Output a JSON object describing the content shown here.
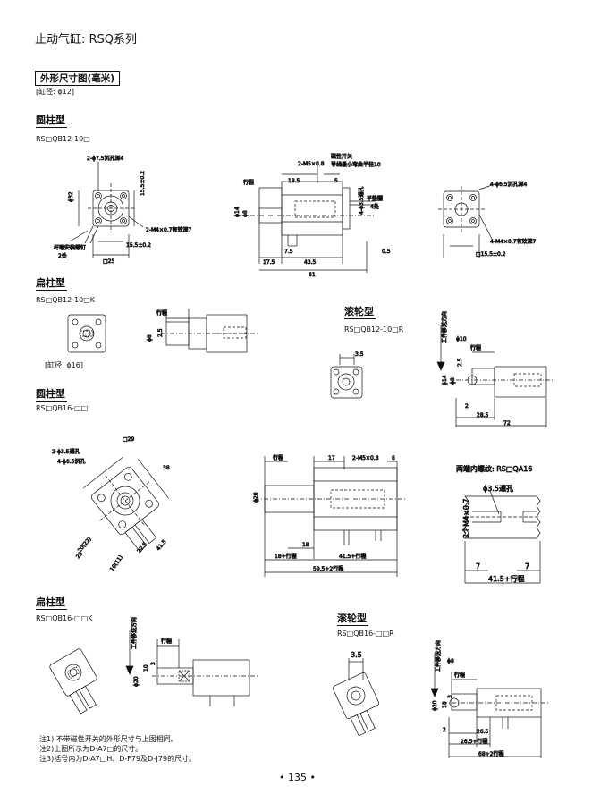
{
  "page": {
    "title": "止动气缸: RSQ系列",
    "header_box": "外形尺寸图(毫米)",
    "bore12": "[缸径: ϕ12]",
    "bore16": "[缸径: ϕ16]",
    "page_number": "• 135 •"
  },
  "sections": [
    {
      "label": "圆柱型",
      "code": "RS□QB12-10□"
    },
    {
      "label": "扁柱型",
      "code": "RS□QB12-10□K"
    },
    {
      "label": "滚轮型",
      "code": "RS□QB12-10□R"
    },
    {
      "label": "圆柱型",
      "code": "RS□QB16-□□"
    },
    {
      "label": "扁柱型",
      "code": "RS□QB16-□□K"
    },
    {
      "label": "滚轮型",
      "code": "RS□QB16-□□R"
    }
  ],
  "labels": {
    "d1_hole": "2-ϕ7.5沉孔深4",
    "d1_phi32": "ϕ32",
    "d1_155": "15.5±0.2",
    "d1_m4": "2-M4×0.7有效深7",
    "d1_bolt": "杆端安装螺钉",
    "d1_bolt2": "2处",
    "d1_155b": "15.5±0.2",
    "d1_25": "□25",
    "d2_m5": "2-M5×0.8",
    "d2_sw": "磁性开关",
    "d2_sw2": "导线最小弯曲半径10",
    "d2_stroke": "行程",
    "d2_185": "18.5",
    "d2_5": "5",
    "d2_phi14": "ϕ14",
    "d2_phi8": "ϕ8",
    "d2_4phi": "4-ϕ3.5通孔",
    "d2_washer": "平垫圈",
    "d2_washer2": "4处",
    "d2_75": "7.5",
    "d2_05": "0.5",
    "d2_175": "17.5",
    "d2_435": "43.5",
    "d2_61": "61",
    "d3_hole": "4-ϕ6.5沉孔深4",
    "d3_m4": "4-M4×0.7有效深7",
    "d3_155": "□15.5±0.2",
    "k_stroke": "行程",
    "k_phi8": "ϕ8",
    "k_25": "2.5",
    "r_stroke": "行程",
    "r_35": "3.5",
    "r_dir": "工件移送方向",
    "r_phi10": "ϕ10",
    "r_phi14": "ϕ14",
    "r_phi8": "ϕ8",
    "r_25": "2.5",
    "r_2": "2",
    "r_285": "28.5",
    "r_72": "72",
    "b_hole1": "2-ϕ3.5通孔",
    "b_hole2": "4-ϕ6.5沉孔",
    "b_29": "□29",
    "b_38": "38",
    "b_20": "20(22)",
    "b_225": "22.5",
    "b_415": "41.5",
    "b_28": "28",
    "b_10": "10(11)",
    "c_stroke": "行程",
    "c_17": "17",
    "c_m5": "2-M5×0.8",
    "c_6": "6",
    "c_phi20": "ϕ20",
    "c_18": "18",
    "c_18s": "18+行程",
    "c_415s": "41.5+行程",
    "c_595s": "59.5+2行程",
    "t_title": "两端内螺纹: RS□QA16",
    "t_hole": "ϕ3.5通孔",
    "t_m4": "2个M4×0.7",
    "t_7a": "7",
    "t_7b": "7",
    "t_415s": "41.5+行程",
    "k2_dir": "工件移送方向",
    "k2_stroke": "行程",
    "k2_phi20": "ϕ20",
    "k2_10": "10",
    "k2_3": "3",
    "r2_35": "3.5",
    "r2_dir": "工件移送方向",
    "r2_phi8": "ϕ8",
    "r2_stroke": "行程",
    "r2_phi20": "ϕ20",
    "r2_10": "10",
    "r2_3": "3",
    "r2_2": "2",
    "r2_265a": "26.5",
    "r2_265s": "26.5+行程",
    "r2_68s": "68+2行程"
  },
  "notes": [
    "注1) 不带磁性开关的外形尺寸与上图相同。",
    "注2)上图所示为D-A7□的尺寸。",
    "注3)括号内为D-A7□H、D-F79及D-J79的尺寸。"
  ]
}
